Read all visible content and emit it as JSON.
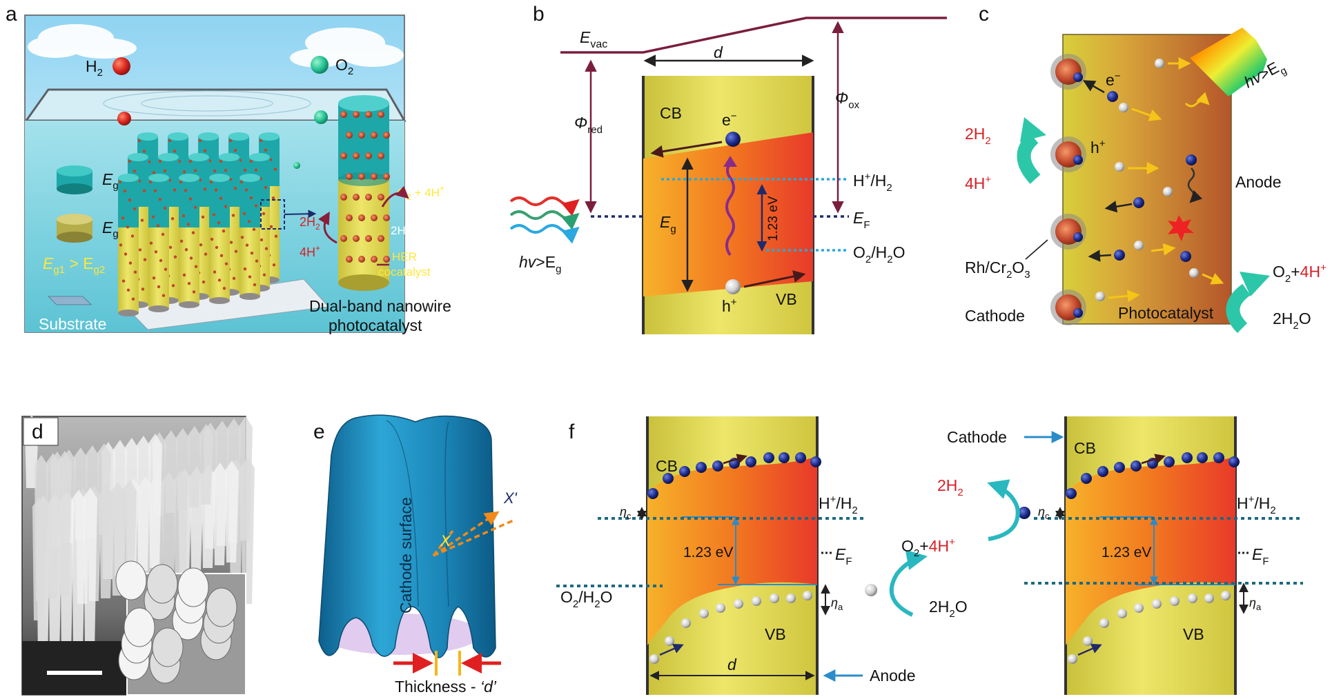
{
  "panels": {
    "a": {
      "label": "a",
      "h2": "H",
      "h2_sub": "2",
      "o2": "O",
      "o2_sub": "2",
      "eg1": "E",
      "eg1_sub": "g1",
      "eg2": "E",
      "eg2_sub": "g2",
      "eg_relation": "E",
      "eg_relation_sub1": "g1",
      "eg_relation_mid": " > E",
      "eg_relation_sub2": "g2",
      "substrate": "Substrate",
      "o2_4h": "O",
      "o2_4h_sub": "2",
      "o2_4h_rest": " + 4H",
      "o2_4h_sup": "+",
      "h2_left": "2H",
      "h2_left_sub": "2",
      "h4_left": "4H",
      "h4_left_sup": "+",
      "h2o": "2H",
      "h2o_sub": "2",
      "h2o_rest": "O",
      "her1": "HER",
      "her2": "cocatalyst",
      "caption1": "Dual-band nanowire",
      "caption2": "photocatalyst"
    },
    "b": {
      "label": "b",
      "evac": "E",
      "evac_sub": "vac",
      "d": "d",
      "phi_red": "Φ",
      "phi_red_sub": "red",
      "phi_ox": "Φ",
      "phi_ox_sub": "ox",
      "cb": "CB",
      "vb": "VB",
      "e": "e",
      "e_sup": "−",
      "h": "h",
      "h_sup": "+",
      "eg": "E",
      "eg_sub": "g",
      "ev": "1.23 eV",
      "h_h2": "H",
      "h_h2_sup": "+",
      "h_h2_rest": "/H",
      "h_h2_sub": "2",
      "ef": "E",
      "ef_sub": "F",
      "o2_h2o": "O",
      "o2_h2o_sub": "2",
      "o2_h2o_rest": "/H",
      "o2_h2o_sub2": "2",
      "o2_h2o_end": "O",
      "hv": "hv",
      "hv_rest": ">E",
      "hv_sub": "g"
    },
    "c": {
      "label": "c",
      "hv": "hv",
      "hv_rest": ">E",
      "hv_sub": "g",
      "e": "e",
      "e_sup": "−",
      "h": "h",
      "h_sup": "+",
      "h2": "2H",
      "h2_sub": "2",
      "h4": "4H",
      "h4_sup": "+",
      "anode": "Anode",
      "rh": "Rh/Cr",
      "rh_sub1": "2",
      "rh_rest": "O",
      "rh_sub2": "3",
      "cathode": "Cathode",
      "photocatalyst": "Photocatalyst",
      "o2": "O",
      "o2_sub": "2",
      "o2_plus": "+",
      "o2_4h": "4H",
      "o2_4h_sup": "+",
      "h2o": "2H",
      "h2o_sub": "2",
      "h2o_rest": "O"
    },
    "d": {
      "label": "d"
    },
    "e": {
      "label": "e",
      "surface": "Cathode surface",
      "x": "X",
      "x_prime": "X'",
      "thickness": "Thickness - ",
      "thickness_d": "‘d’"
    },
    "f": {
      "label": "f",
      "cb": "CB",
      "vb": "VB",
      "eta_c": "η",
      "eta_c_sub": "c",
      "eta_a": "η",
      "eta_a_sub": "a",
      "h_h2": "H",
      "h_h2_sup": "+",
      "h_h2_rest": "/H",
      "h_h2_sub": "2",
      "ev": "1.23 eV",
      "ef": "E",
      "ef_sub": "F",
      "o2_h2o": "O",
      "o2_h2o_sub": "2",
      "o2_h2o_rest": "/H",
      "o2_h2o_sub2": "2",
      "o2_h2o_end": "O",
      "d": "d",
      "anode": "Anode",
      "cathode": "Cathode",
      "h2": "2H",
      "h2_sub": "2",
      "o2": "O",
      "o2_sub": "2",
      "o2_plus": "+",
      "o2_4h": "4H",
      "o2_4h_sup": "+",
      "h2o": "2H",
      "h2o_sub": "2",
      "h2o_rest": "O"
    }
  },
  "colors": {
    "vacuum_line": "#7a1e3c",
    "rod_yellow": "#e2d84a",
    "band_orange": "#f07a1c",
    "band_red": "#e8322a",
    "dotted_blue": "#2aa8d8",
    "dotted_navy": "#1f2a6b",
    "teal_arrow": "#2cc7a8",
    "electron": "#1c2a8a",
    "label_red": "#d61f26",
    "label_yellow": "#ffe73a"
  }
}
